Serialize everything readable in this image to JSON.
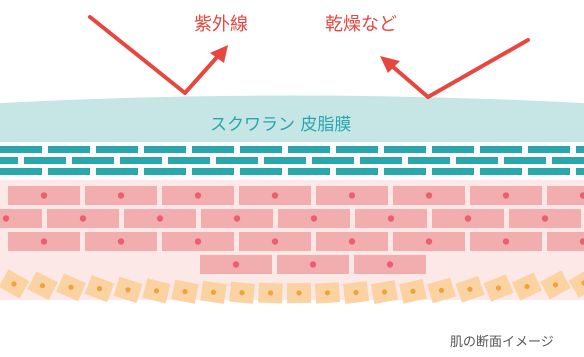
{
  "labels": {
    "uv": "紫外線",
    "dryness": "乾燥など",
    "film": "スクワラン 皮脂膜",
    "caption": "肌の断面イメージ"
  },
  "colors": {
    "arrow": "#e8473f",
    "label_red": "#e8473f",
    "film_fill": "#c6e6e6",
    "film_text": "#2ba5ad",
    "teal": "#2aa7ac",
    "skin_bg": "#fde8e8",
    "cell_fill": "#f2aeae",
    "cell_dot": "#ea6070",
    "basal_fill": "#fbd3a3",
    "basal_dot": "#f0a23c",
    "caption_text": "#555555"
  }
}
